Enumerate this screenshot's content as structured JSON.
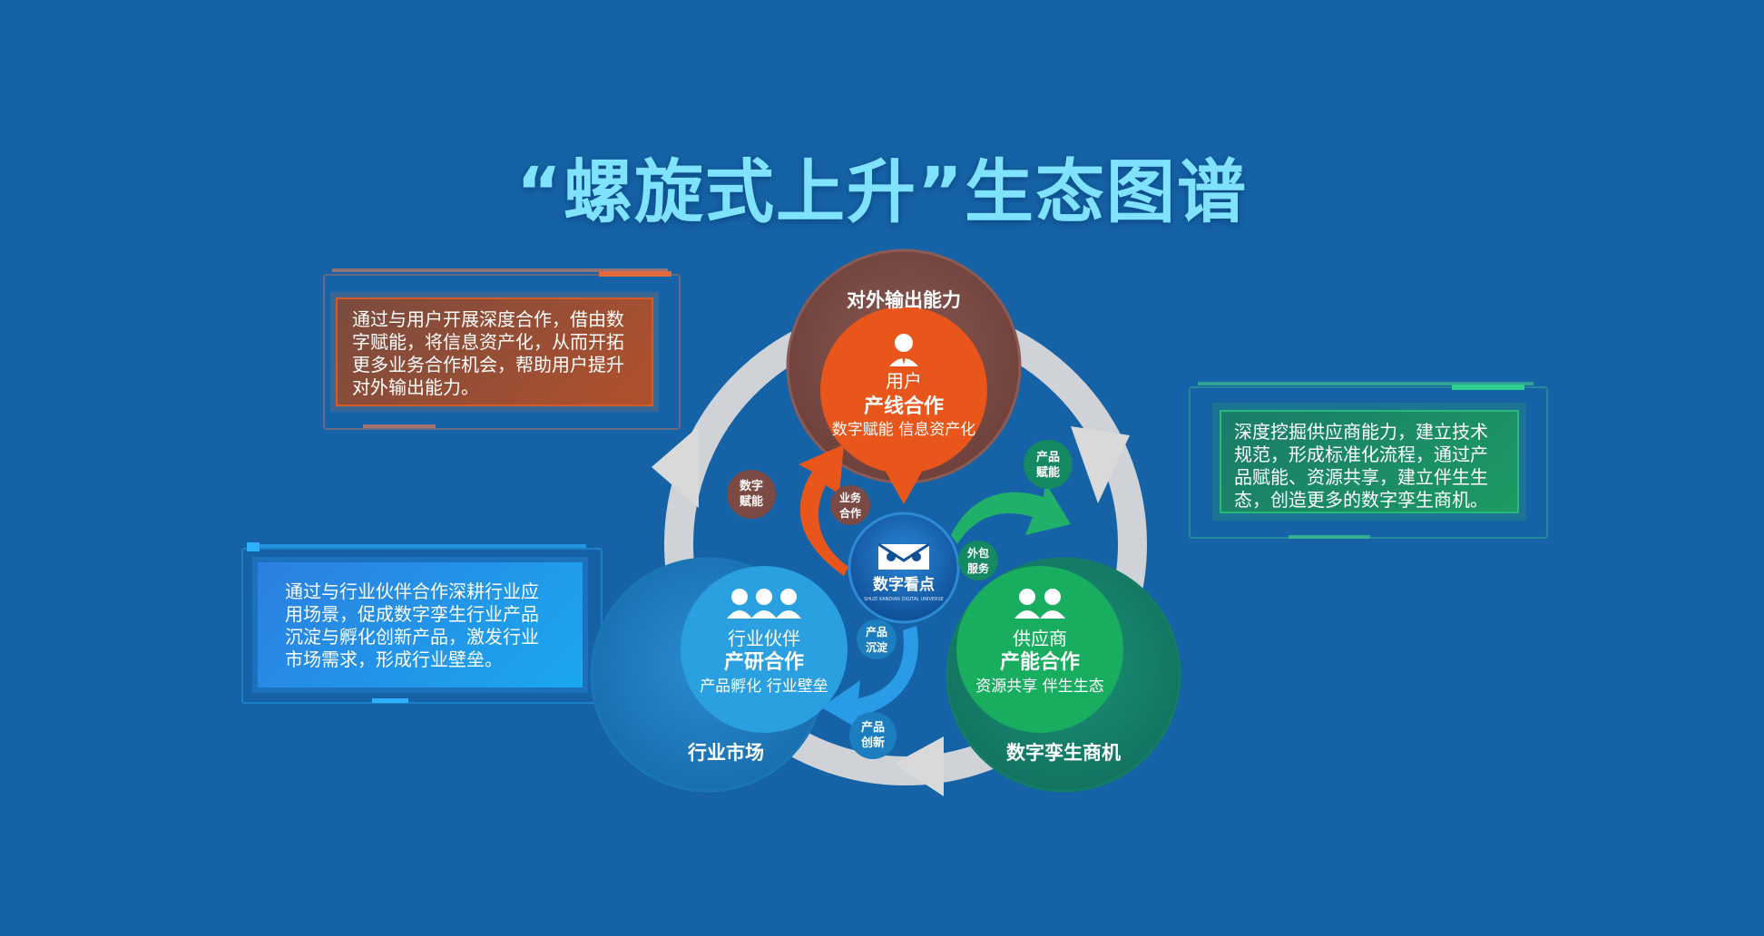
{
  "title": "“螺旋式上升”生态图谱",
  "boxes": {
    "top_left": "通过与用户开展深度合作，借由数字赋能，将信息资产化，从而开拓更多业务合作机会，帮助用户提升对外输出能力。",
    "right": "深度挖掘供应商能力，建立技术规范，形成标准化流程，通过产品赋能、资源共享，建立伴生生态，创造更多的数字孪生商机。",
    "left": "通过与行业伙伴合作深耕行业应用场景，促成数字孪生行业产品沉淀与孵化创新产品，激发行业市场需求，形成行业壁垒。"
  },
  "circles": {
    "top": {
      "outer_label": "对外输出能力",
      "role": "用户",
      "coop": "产线合作",
      "sub": "数字赋能 信息资产化",
      "color": "#e8561b",
      "outer_color": "#7b4a44"
    },
    "left": {
      "outer_label": "行业市场",
      "role": "行业伙伴",
      "coop": "产研合作",
      "sub": "产品孵化 行业壁垒",
      "color": "#2aa0e0",
      "outer_color": "#1c7dbf"
    },
    "right": {
      "outer_label": "数字孪生商机",
      "role": "供应商",
      "coop": "产能合作",
      "sub": "资源共享 伴生生态",
      "color": "#19ad5f",
      "outer_color": "#15806a"
    }
  },
  "center": {
    "logo_text": "数字看点",
    "logo_sub": "SHUZI KANDIAN DIGITAL UNIVERSE"
  },
  "bubbles": [
    "数字\n赋能",
    "业务\n合作",
    "产品\n赋能",
    "外包\n服务",
    "产品\n沉淀",
    "产品\n创新"
  ],
  "icons": {
    "top": "single-person-icon",
    "left": "three-people-icon",
    "right": "two-people-icon",
    "center": "owl-logo-icon"
  }
}
